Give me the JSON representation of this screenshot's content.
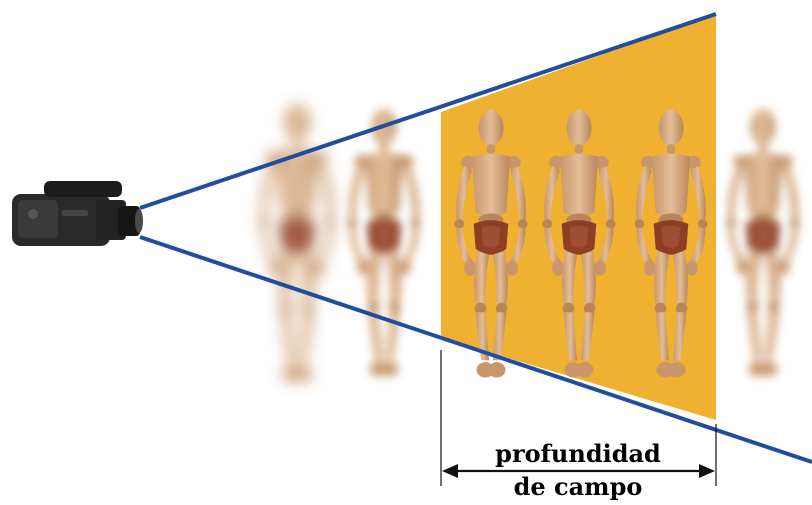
{
  "diagram": {
    "label_line1": "profundidad",
    "label_line2": "de campo",
    "focus_color": "#F0B030",
    "ray_color": "#1F4E9C",
    "arrow_color": "#111111",
    "figure_color": "#D9AE86",
    "figures": [
      {
        "name": "figure-out-of-focus-far-left",
        "blur": "strong"
      },
      {
        "name": "figure-out-of-focus-near",
        "blur": "medium"
      },
      {
        "name": "figure-in-focus-1",
        "blur": "none"
      },
      {
        "name": "figure-in-focus-2",
        "blur": "none"
      },
      {
        "name": "figure-in-focus-3",
        "blur": "none"
      },
      {
        "name": "figure-out-of-focus-far-right",
        "blur": "medium"
      }
    ],
    "icons": {
      "camera": "video-camera-icon"
    }
  }
}
